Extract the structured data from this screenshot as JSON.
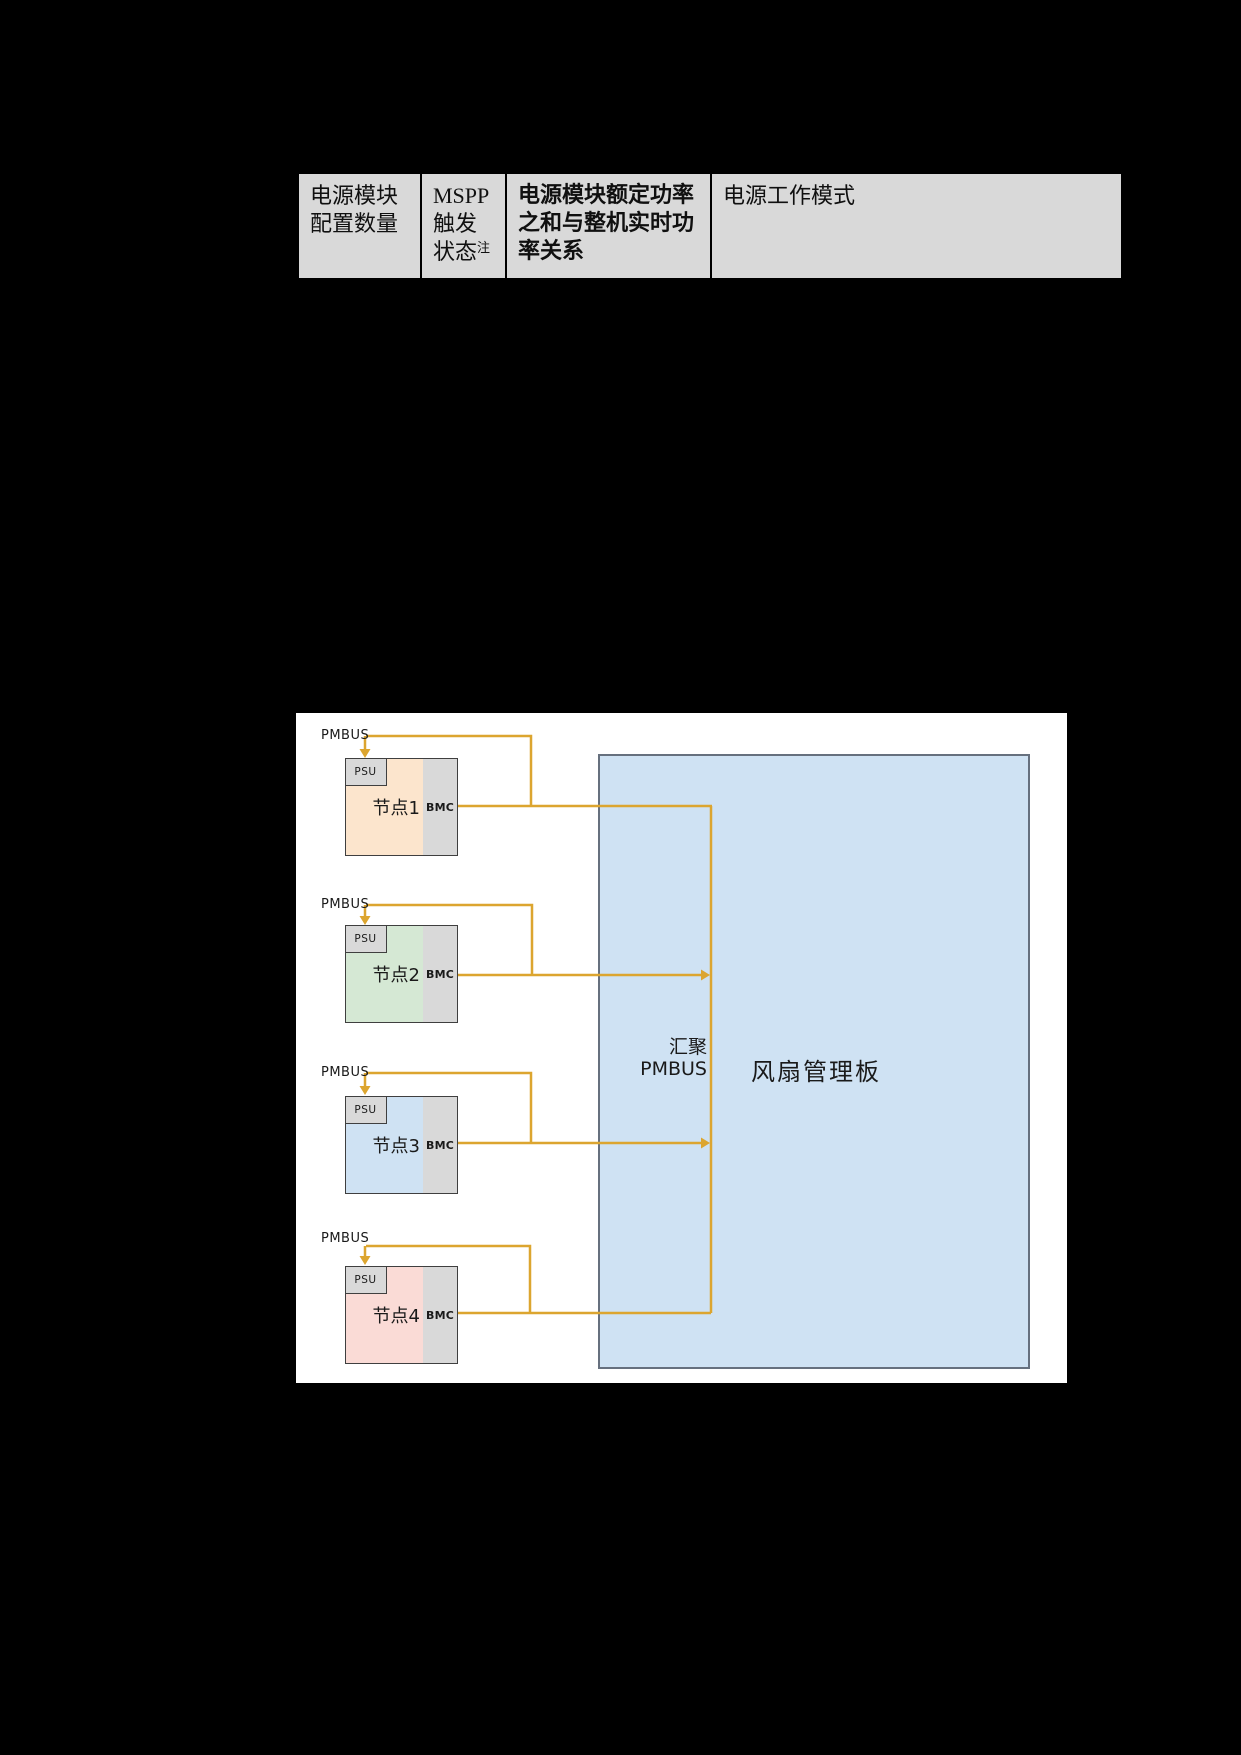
{
  "colors": {
    "page_bg": "#000000",
    "table_bg": "#d9d9d9",
    "line": "#dca52f",
    "fan_board_fill": "#cfe2f3",
    "fan_board_border": "#66707e"
  },
  "table": {
    "columns": [
      {
        "lines": [
          "电源模块",
          "配置数量"
        ],
        "bold": false,
        "superscript": ""
      },
      {
        "lines": [
          "MSPP",
          "触发",
          "状态"
        ],
        "bold": false,
        "superscript": "注"
      },
      {
        "lines": [
          "电源模块额定功率",
          "之和与整机实时功",
          "率关系"
        ],
        "bold": true,
        "superscript": ""
      },
      {
        "lines": [
          "电源工作模式"
        ],
        "bold": false,
        "superscript": ""
      }
    ]
  },
  "diagram": {
    "fan_board": {
      "label": "风扇管理板",
      "bus_label_line1": "汇聚",
      "bus_label_line2": "PMBUS",
      "fill": "#cfe2f3",
      "border": "#66707e"
    },
    "nodes": [
      {
        "pmbus_label": "PMBUS",
        "psu_label": "PSU",
        "name": "节点1",
        "bmc_label": "BMC",
        "fill": "#fce5cd"
      },
      {
        "pmbus_label": "PMBUS",
        "psu_label": "PSU",
        "name": "节点2",
        "bmc_label": "BMC",
        "fill": "#d5e8d4"
      },
      {
        "pmbus_label": "PMBUS",
        "psu_label": "PSU",
        "name": "节点3",
        "bmc_label": "BMC",
        "fill": "#cfe2f3"
      },
      {
        "pmbus_label": "PMBUS",
        "psu_label": "PSU",
        "name": "节点4",
        "bmc_label": "BMC",
        "fill": "#fadbd6"
      }
    ]
  }
}
